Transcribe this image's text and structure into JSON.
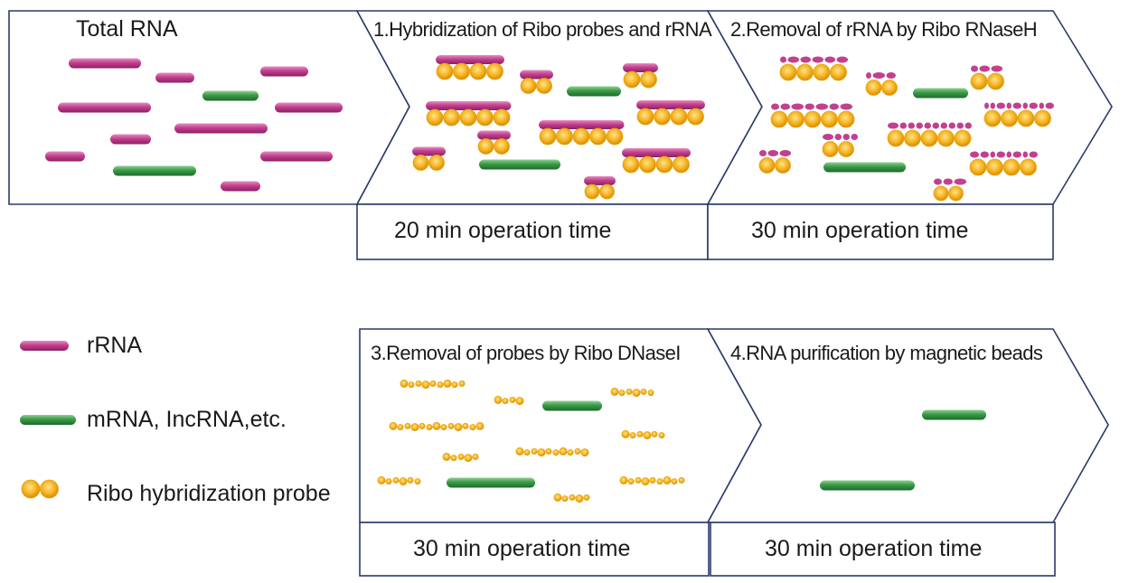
{
  "panels": {
    "total_rna": {
      "title": "Total RNA"
    },
    "step1": {
      "title": "1.Hybridization of Ribo probes and rRNA",
      "time": "20 min operation time"
    },
    "step2": {
      "title": "2.Removal of rRNA by Ribo RNaseH",
      "time": "30 min operation time"
    },
    "step3": {
      "title": "3.Removal of probes by Ribo DNaseI",
      "time": "30 min operation time"
    },
    "step4": {
      "title": "4.RNA purification by magnetic beads",
      "time": "30 min operation time"
    }
  },
  "legend": {
    "rrna": "rRNA",
    "mrna": "mRNA, IncRNA,etc.",
    "probe": "Ribo hybridization probe"
  },
  "colors": {
    "rrna": "#c2408e",
    "mrna": "#3a9a48",
    "probe": "#f2b21c",
    "outline": "#2a3a6a"
  }
}
